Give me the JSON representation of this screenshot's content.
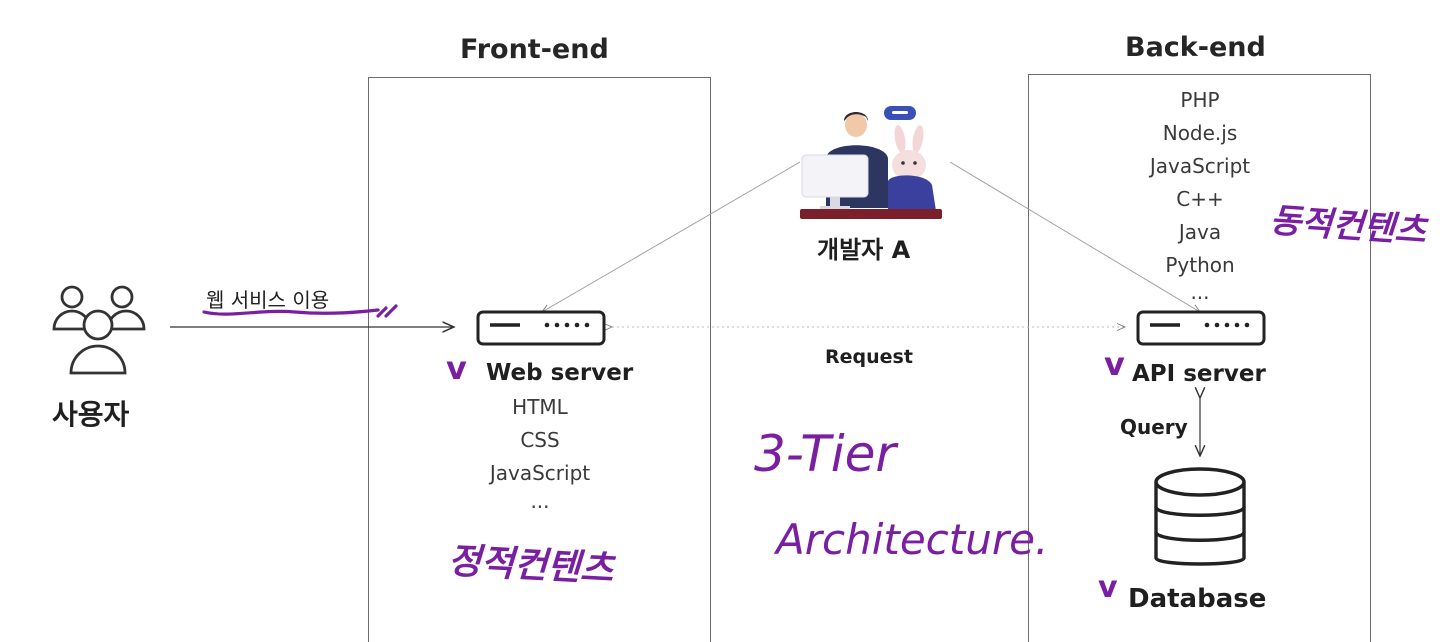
{
  "frontend": {
    "title": "Front-end",
    "server_label": "Web server",
    "tech": [
      "HTML",
      "CSS",
      "JavaScript",
      "..."
    ],
    "annotation": "정적컨텐츠"
  },
  "backend": {
    "title": "Back-end",
    "tech": [
      "PHP",
      "Node.js",
      "JavaScript",
      "C++",
      "Java",
      "Python",
      "..."
    ],
    "server_label": "API server",
    "annotation": "동적컨텐츠",
    "query_label": "Query",
    "database_label": "Database"
  },
  "user": {
    "label": "사용자",
    "action_label": "웹 서비스 이용"
  },
  "developer": {
    "label": "개발자 A"
  },
  "request_label": "Request",
  "annotation_main": {
    "line1": "3-Tier",
    "line2": "Architecture."
  },
  "checkmark": "v",
  "colors": {
    "annotation": "#7a1fa2",
    "border": "#6b6b6b",
    "text": "#1f1f1f"
  }
}
